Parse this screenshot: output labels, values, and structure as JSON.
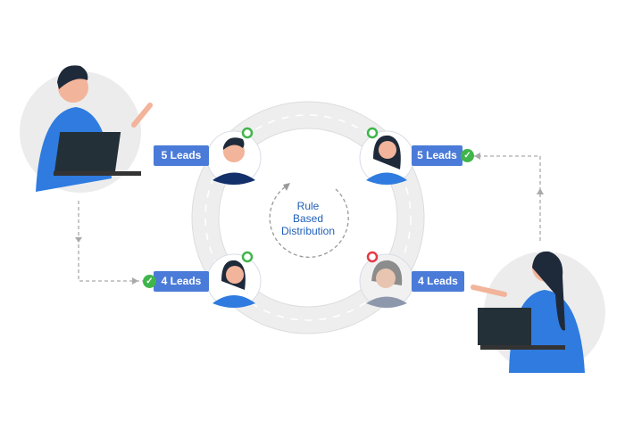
{
  "center_label": [
    "Rule",
    "Based",
    "Distribution"
  ],
  "agents": [
    {
      "name": "agent-top-left",
      "leads": "5 Leads",
      "status": "available",
      "assigned": false
    },
    {
      "name": "agent-top-right",
      "leads": "5 Leads",
      "status": "available",
      "assigned": true
    },
    {
      "name": "agent-bottom-left",
      "leads": "4 Leads",
      "status": "available",
      "assigned": true
    },
    {
      "name": "agent-bottom-right",
      "leads": "4 Leads",
      "status": "unavailable",
      "assigned": false
    }
  ],
  "colors": {
    "label": "#4a7bd8",
    "available": "#3fb54a",
    "unavailable": "#e53946",
    "ring": "#eeeeee",
    "text": "#1f5fb8"
  }
}
